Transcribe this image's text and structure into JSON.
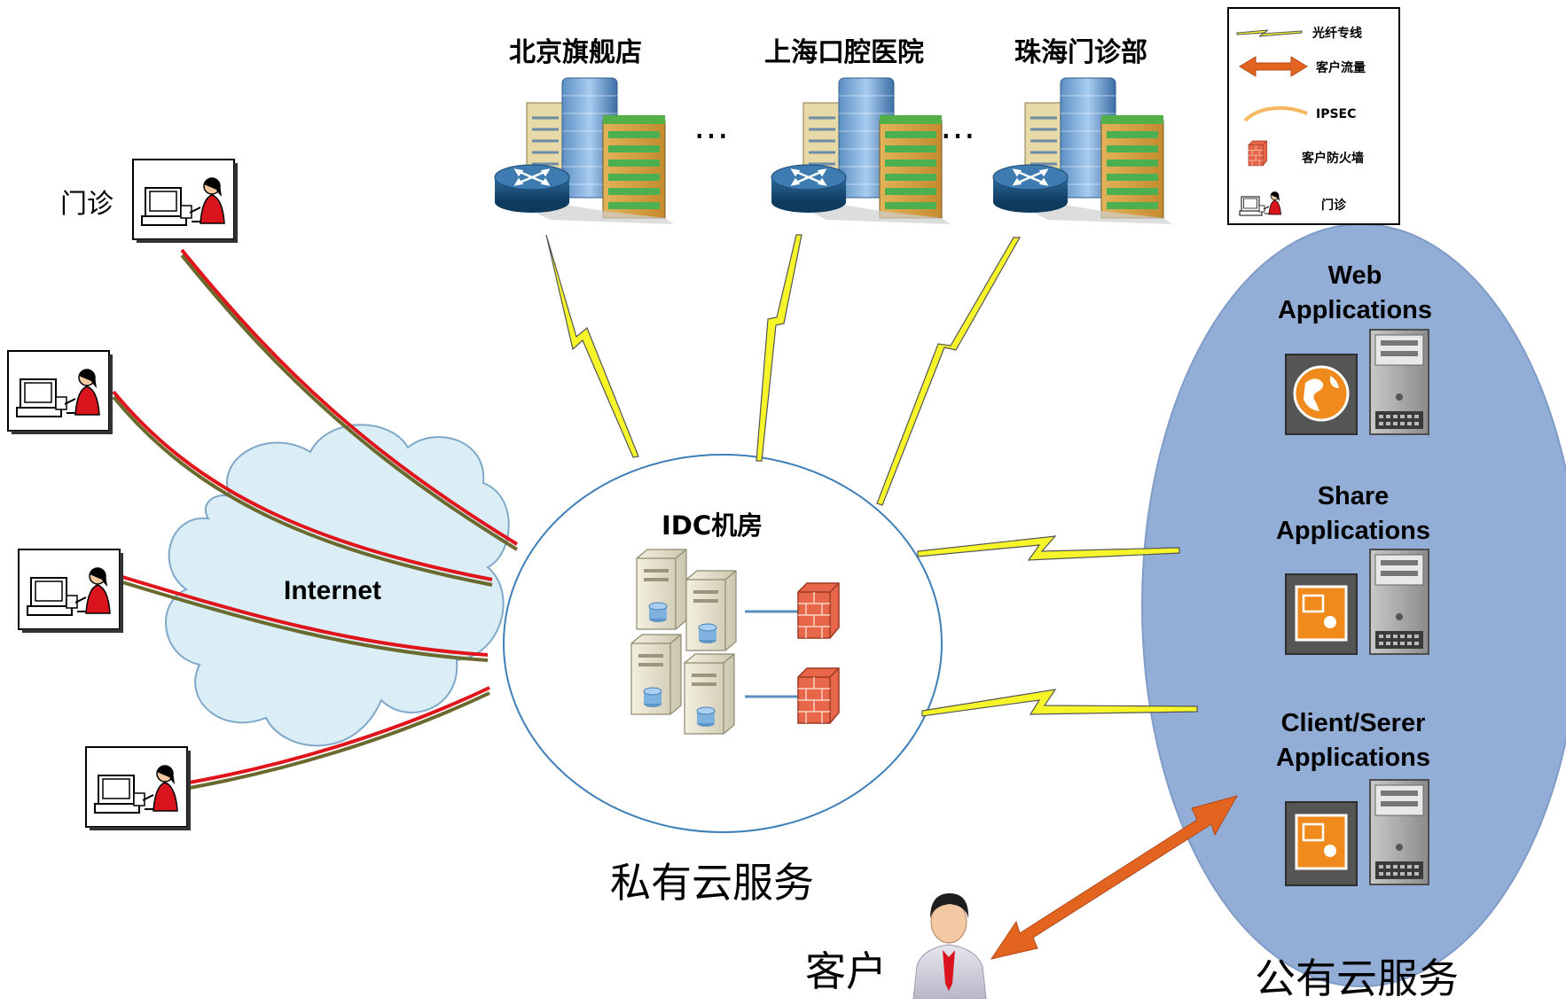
{
  "sites": [
    {
      "label": "北京旗舰店"
    },
    {
      "label": "上海口腔医院"
    },
    {
      "label": "珠海门诊部"
    }
  ],
  "ellipsis": "…",
  "clinic_label": "门诊",
  "internet_label": "Internet",
  "idc_label": "IDC机房",
  "private_cloud_label": "私有云服务",
  "public_cloud_label": "公有云服务",
  "customer_label": "客户",
  "apps": [
    {
      "line1": "Web",
      "line2": "Applications",
      "icon": "globe-icon"
    },
    {
      "line1": "Share",
      "line2": "Applications",
      "icon": "share-app-icon"
    },
    {
      "line1": "Client/Serer",
      "line2": "Applications",
      "icon": "client-app-icon"
    }
  ],
  "legend": {
    "items": [
      {
        "label": "光纤专线",
        "icon": "lightning-icon"
      },
      {
        "label": "客户流量",
        "icon": "double-arrow-icon"
      },
      {
        "label": "IPSEC",
        "icon": "curve-icon"
      },
      {
        "label": "客户防火墙",
        "icon": "firewall-icon"
      },
      {
        "label": "门诊",
        "icon": "clinic-icon"
      }
    ]
  },
  "colors": {
    "fiber": "#f5f52a",
    "traffic": "#e2641f",
    "ipsec_red": "#e0141b",
    "ipsec_olive": "#6b6a2e",
    "cloud": "#dbeef6",
    "public_cloud": "#93aed6",
    "firewall": "#e8674a"
  }
}
